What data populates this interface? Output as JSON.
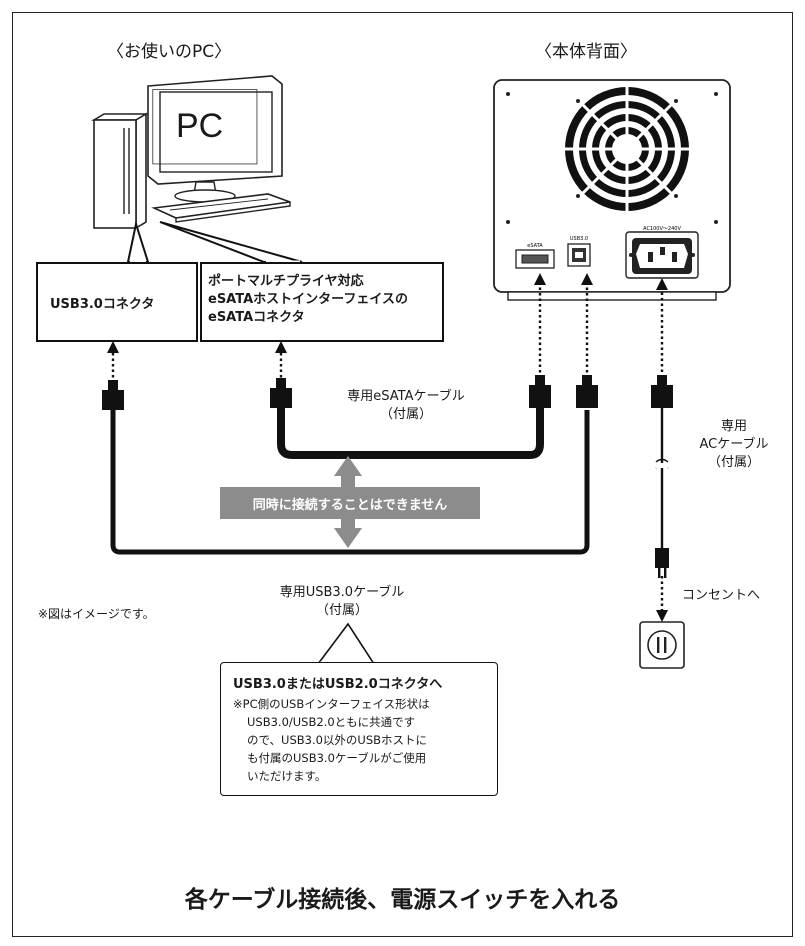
{
  "captions": {
    "pc_side": "〈お使いのPC〉",
    "device_back": "〈本体背面〉"
  },
  "pc_label": "PC",
  "callouts": {
    "usb_connector": "USB3.0コネクタ",
    "esata_connector_lines": [
      "ポートマルチプライヤ対応",
      "eSATAホストインターフェイスの",
      "eSATAコネクタ"
    ]
  },
  "device_ports": {
    "esata": "eSATA",
    "usb": "USB3.0",
    "ac": "AC100V〜240V"
  },
  "cables": {
    "esata_lines": [
      "専用eSATAケーブル",
      "（付属）"
    ],
    "usb_lines": [
      "専用USB3.0ケーブル",
      "（付属）"
    ],
    "ac_lines": [
      "専用",
      "ACケーブル",
      "（付属）"
    ]
  },
  "warning": "同時に接続することはできません",
  "outlet_label": "コンセントへ",
  "image_note": "※図はイメージです。",
  "note_box": {
    "title": "USB3.0またはUSB2.0コネクタへ",
    "lines": [
      "※PC側のUSBインターフェイス形状は",
      "USB3.0/USB2.0ともに共通です",
      "ので、USB3.0以外のUSBホストに",
      "も付属のUSB3.0ケーブルがご使用",
      "いただけます。"
    ]
  },
  "footer": "各ケーブル接続後、電源スイッチを入れる"
}
